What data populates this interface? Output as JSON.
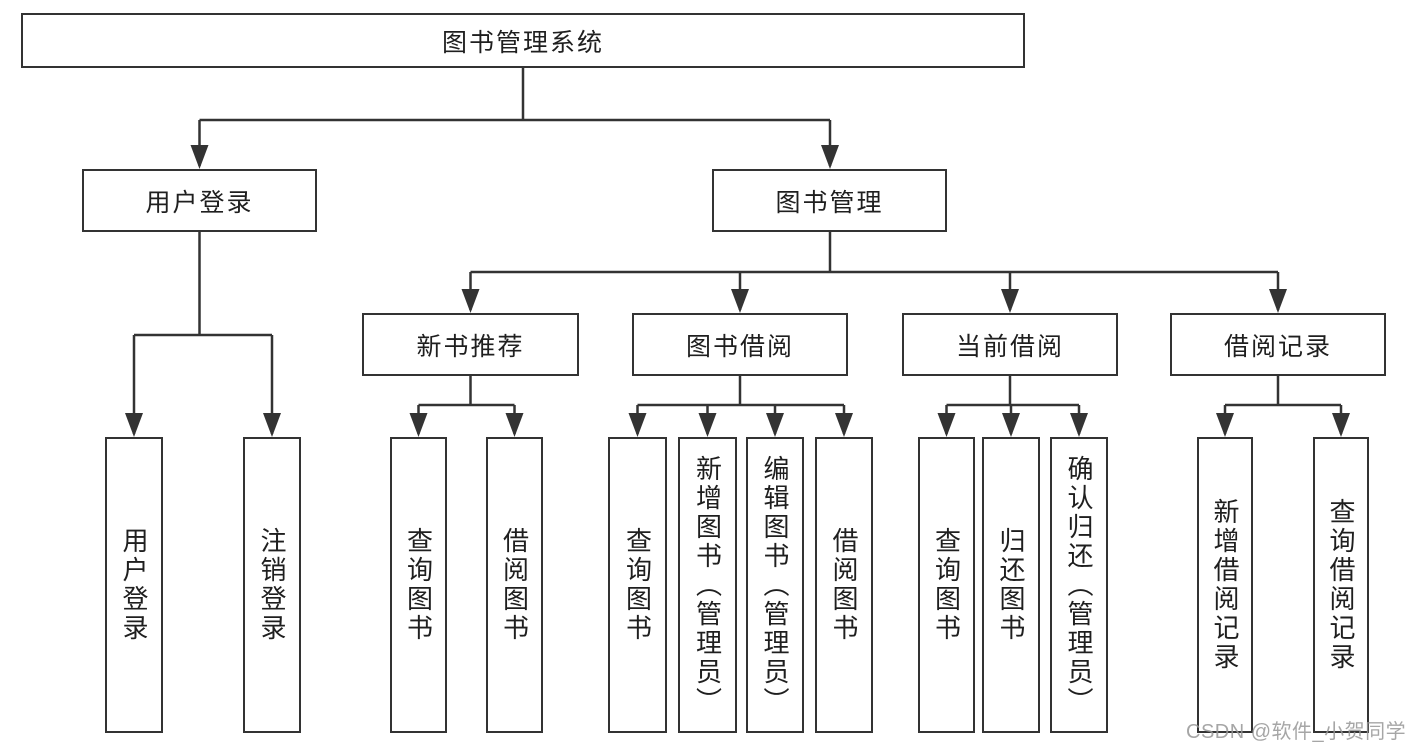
{
  "nodes": {
    "root": "图书管理系统",
    "level2": [
      {
        "label": "用户登录"
      },
      {
        "label": "图书管理"
      }
    ],
    "level3": [
      {
        "label": "新书推荐"
      },
      {
        "label": "图书借阅"
      },
      {
        "label": "当前借阅"
      },
      {
        "label": "借阅记录"
      }
    ],
    "leaves": [
      {
        "label": "用户登录"
      },
      {
        "label": "注销登录"
      },
      {
        "label": "查询图书"
      },
      {
        "label": "借阅图书"
      },
      {
        "label": "查询图书"
      },
      {
        "label": "新增图书（管理员）"
      },
      {
        "label": "编辑图书（管理员）"
      },
      {
        "label": "借阅图书"
      },
      {
        "label": "查询图书"
      },
      {
        "label": "归还图书"
      },
      {
        "label": "确认归还（管理员）"
      },
      {
        "label": "新增借阅记录"
      },
      {
        "label": "查询借阅记录"
      }
    ]
  },
  "structure": {
    "图书管理系统": [
      "用户登录",
      "图书管理"
    ],
    "用户登录": [
      "用户登录",
      "注销登录"
    ],
    "图书管理": [
      "新书推荐",
      "图书借阅",
      "当前借阅",
      "借阅记录"
    ],
    "新书推荐": [
      "查询图书",
      "借阅图书"
    ],
    "图书借阅": [
      "查询图书",
      "新增图书（管理员）",
      "编辑图书（管理员）",
      "借阅图书"
    ],
    "当前借阅": [
      "查询图书",
      "归还图书",
      "确认归还（管理员）"
    ],
    "借阅记录": [
      "新增借阅记录",
      "查询借阅记录"
    ]
  },
  "watermark": "CSDN @软件_小贺同学",
  "colors": {
    "line": "#333333",
    "box_border": "#333333",
    "text": "#1f1f1f",
    "background": "#ffffff",
    "watermark": "#969696"
  }
}
